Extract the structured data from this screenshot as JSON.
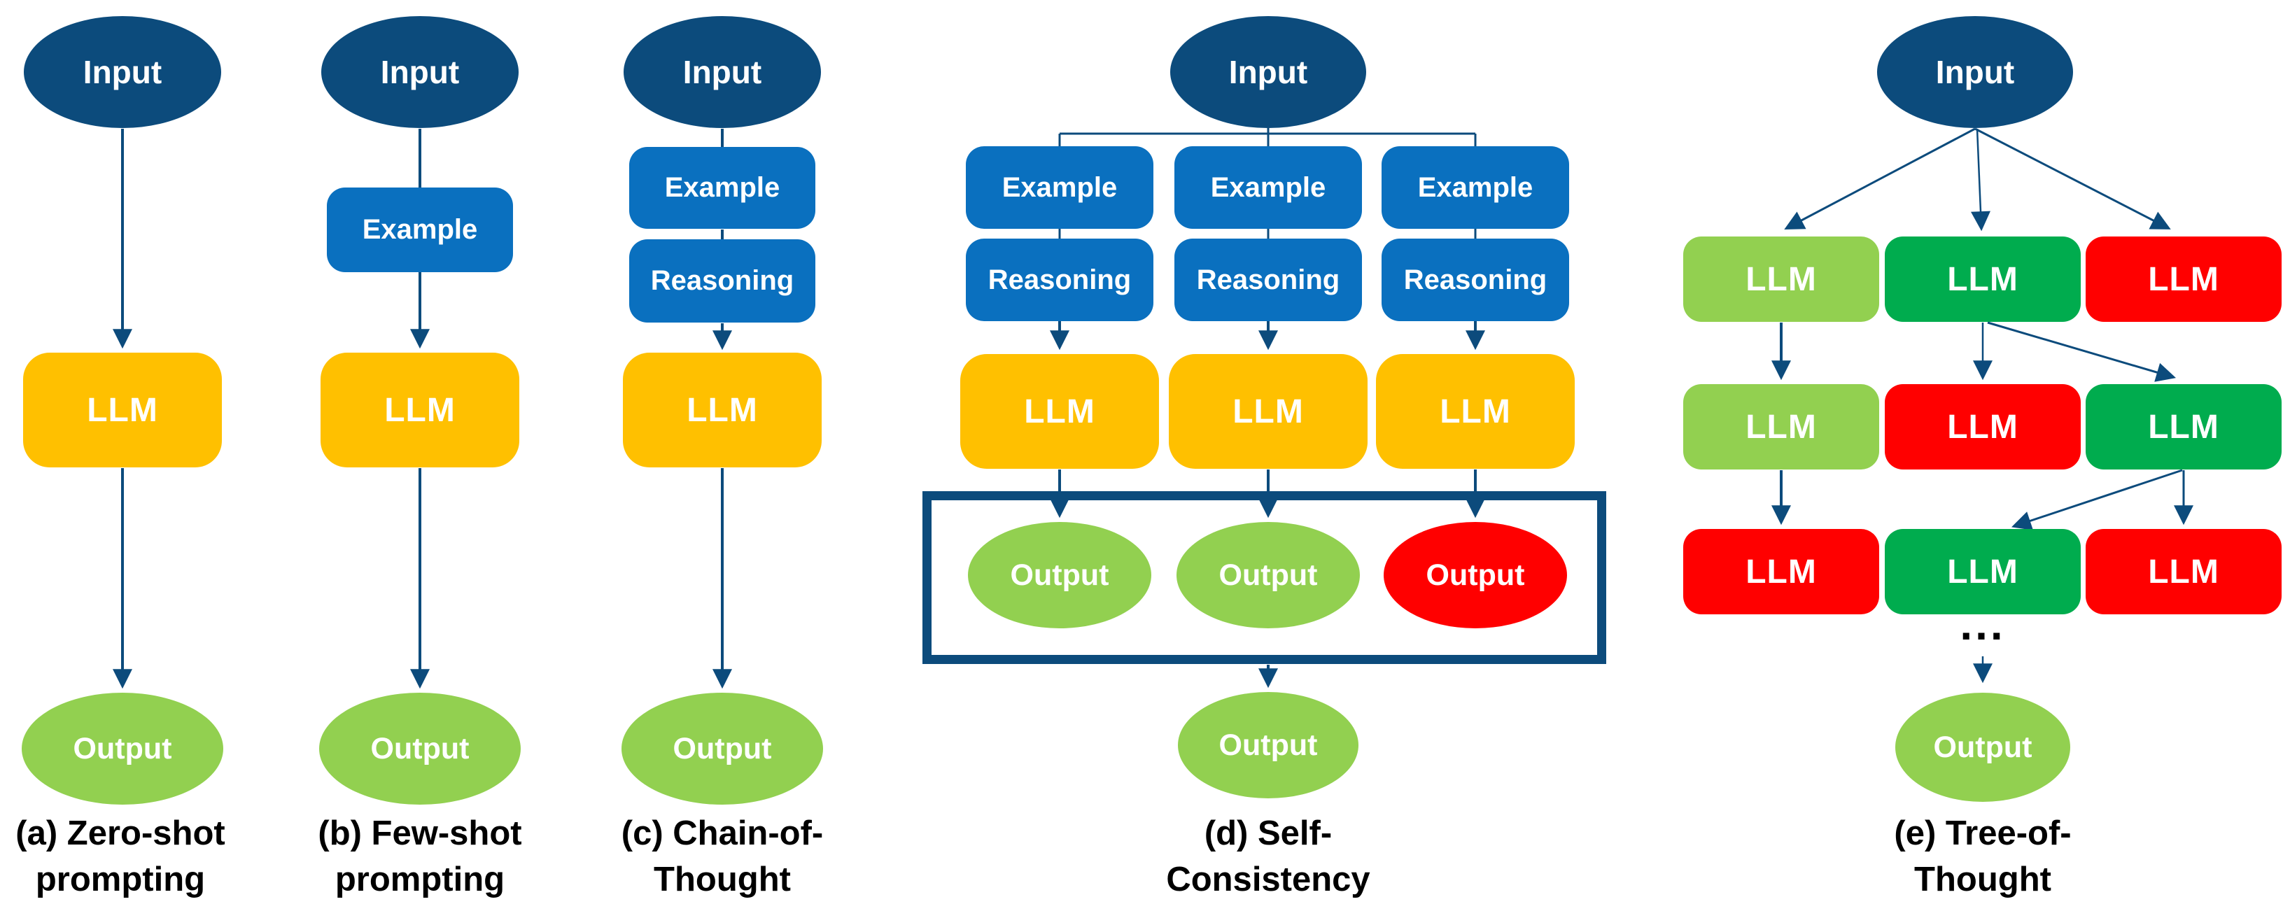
{
  "colors": {
    "navy": "#0C4B7C",
    "blue": "#0A70BF",
    "yellow": "#FFC000",
    "light_green": "#92D050",
    "green": "#00AC4E",
    "red": "#FF0000",
    "node_text": "#FFFFFF",
    "caption_text": "#000000",
    "background": "#FFFFFF"
  },
  "labels": {
    "input": "Input",
    "example": "Example",
    "reasoning": "Reasoning",
    "llm": "LLM",
    "output": "Output",
    "ellipsis": "..."
  },
  "captions": {
    "a": [
      "(a) Zero-shot",
      "prompting"
    ],
    "b": [
      "(b) Few-shot",
      "prompting"
    ],
    "c": [
      "(c) Chain-of-",
      "Thought"
    ],
    "d": [
      "(d) Self-",
      "Consistency"
    ],
    "e": [
      "(e) Tree-of-",
      "Thought"
    ]
  }
}
